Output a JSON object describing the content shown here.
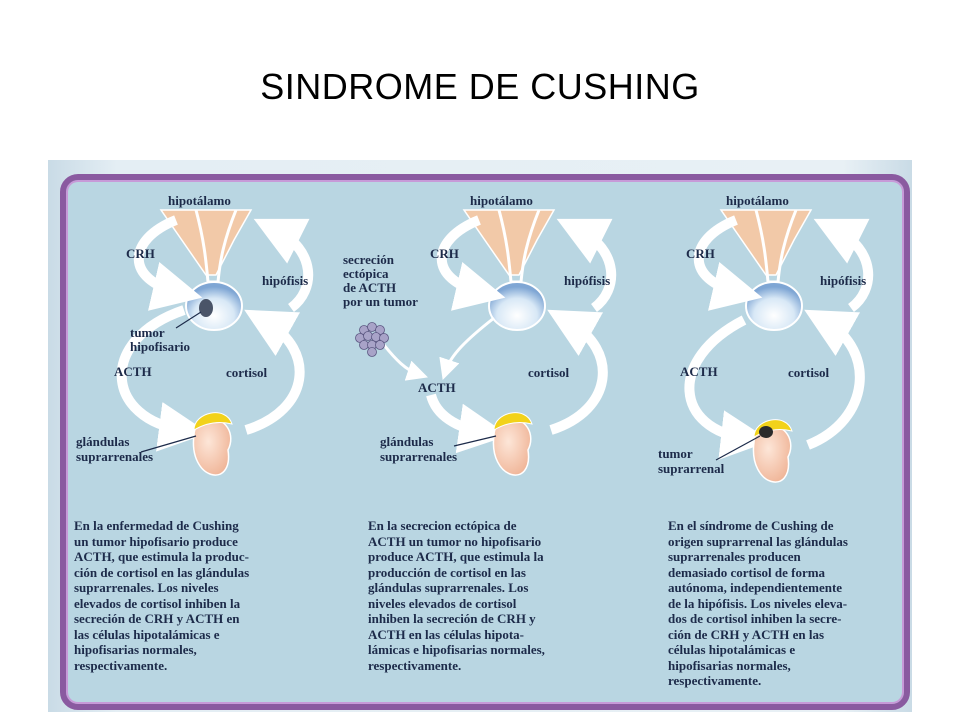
{
  "slide": {
    "title": "SINDROME DE CUSHING"
  },
  "panels": [
    {
      "labels": {
        "hypothalamus": "hipotálamo",
        "crh": "CRH",
        "pituitary": "hipófisis",
        "tumor_line1": "tumor",
        "tumor_line2": "hipofisario",
        "acth": "ACTH",
        "cortisol": "cortisol",
        "adrenal_line1": "glándulas",
        "adrenal_line2": "suprarrenales"
      },
      "caption_lines": [
        "En la enfermedad de Cushing",
        "un tumor hipofisario produce",
        "ACTH, que estimula la produc-",
        "ción de cortisol en las glándulas",
        "suprarrenales. Los niveles",
        "elevados de cortisol inhiben la",
        "secreción de CRH y ACTH en",
        "las células hipotalámicas e",
        "hipofisarias normales,",
        "respectivamente."
      ]
    },
    {
      "labels": {
        "hypothalamus": "hipotálamo",
        "crh": "CRH",
        "pituitary": "hipófisis",
        "ectopic_line1": "secreción",
        "ectopic_line2": "ectópica",
        "ectopic_line3": "de ACTH",
        "ectopic_line4": "por un tumor",
        "acth": "ACTH",
        "cortisol": "cortisol",
        "adrenal_line1": "glándulas",
        "adrenal_line2": "suprarrenales"
      },
      "caption_lines": [
        "En la secrecion ectópica de",
        "ACTH un tumor no hipofisario",
        "produce ACTH, que estimula la",
        "producción de cortisol en las",
        "glándulas suprarrenales. Los",
        "niveles elevados de cortisol",
        "inhiben la secreción de CRH y",
        "ACTH en las células hipota-",
        "lámicas e hipofisarias normales,",
        "respectivamente."
      ]
    },
    {
      "labels": {
        "hypothalamus": "hipotálamo",
        "crh": "CRH",
        "pituitary": "hipófisis",
        "acth": "ACTH",
        "cortisol": "cortisol",
        "tumor_line1": "tumor",
        "tumor_line2": "suprarrenal"
      },
      "caption_lines": [
        "En el síndrome de Cushing de",
        "origen suprarrenal las glándulas",
        "suprarrenales producen",
        "demasiado cortisol de forma",
        "autónoma, independientemente",
        "de la hipófisis. Los niveles eleva-",
        "dos de cortisol inhiben la secre-",
        "ción de CRH y ACTH en las",
        "células hipotalámicas e",
        "hipofisarias normales,",
        "respectivamente."
      ]
    }
  ],
  "colors": {
    "panel_bg": "#b9d6e2",
    "border": "#8a5aa0",
    "hypothalamus": "#f2c9a8",
    "arrow": "#ffffff",
    "adrenal_cap": "#f2d21a",
    "kidney": "#f5c7ae",
    "text": "#1d2b4a"
  }
}
